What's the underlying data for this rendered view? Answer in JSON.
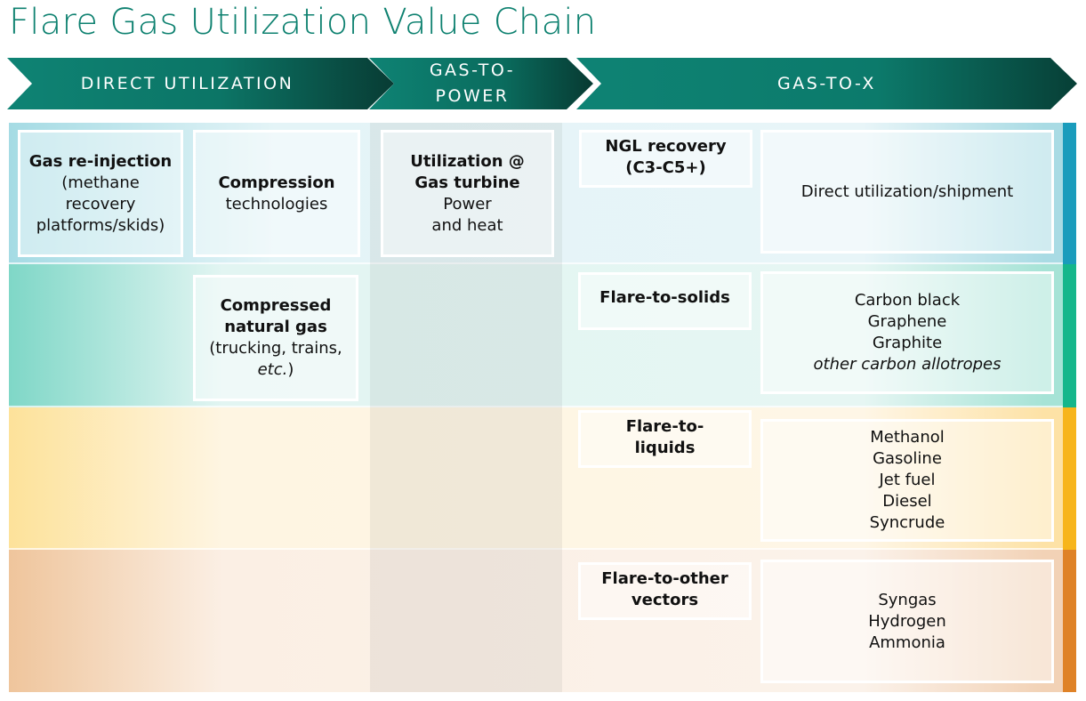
{
  "title": "Flare Gas Utilization Value Chain",
  "stages": [
    "DIRECT UTILIZATION",
    "GAS-TO-\nPOWER",
    "GAS-TO-X"
  ],
  "stage2_lines": [
    "GAS-TO-",
    "POWER"
  ],
  "colors": {
    "row1_bar": "#1a9cbc",
    "row2_bar": "#15b68b",
    "row3_bar": "#f7b51c",
    "row4_bar": "#df8227",
    "accent": "#0e8170"
  },
  "boxes": {
    "reinjection": {
      "title": "Gas re-injection",
      "lines": [
        "(methane",
        "recovery",
        "platforms/skids)"
      ]
    },
    "compression": {
      "title": "Compression",
      "lines": [
        "technologies"
      ]
    },
    "turbine": {
      "title": [
        "Utilization @",
        "Gas turbine"
      ],
      "lines": [
        "Power",
        "and heat"
      ]
    },
    "cng": {
      "title": [
        "Compressed",
        "natural gas"
      ],
      "lines": [
        "(trucking, trains,"
      ],
      "italic": "etc.",
      "close": ")"
    },
    "ngl": {
      "title": [
        "NGL recovery",
        "(C3-C5+)"
      ]
    },
    "direct": {
      "lines": [
        "Direct utilization/shipment"
      ]
    },
    "solids": {
      "title": [
        "Flare-to-solids"
      ]
    },
    "solids_out": {
      "lines": [
        "Carbon black",
        "Graphene",
        "Graphite"
      ],
      "italic": "other carbon allotropes"
    },
    "liquids": {
      "title": [
        "Flare-to-",
        "liquids"
      ]
    },
    "liquids_out": {
      "lines": [
        "Methanol",
        "Gasoline",
        "Jet fuel",
        "Diesel",
        "Syncrude"
      ]
    },
    "other": {
      "title": [
        "Flare-to-other",
        "vectors"
      ]
    },
    "other_out": {
      "lines": [
        "Syngas",
        "Hydrogen",
        "Ammonia"
      ]
    }
  }
}
